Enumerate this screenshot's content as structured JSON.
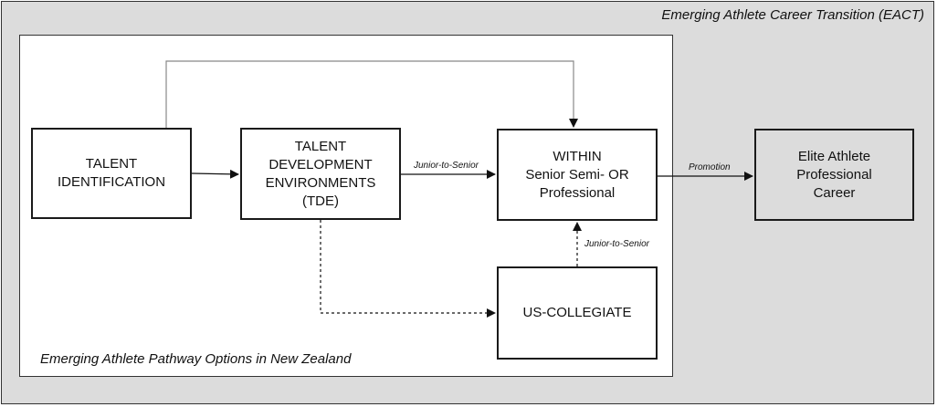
{
  "outer_panel": {
    "title": "Emerging Athlete Career Transition (EACT)"
  },
  "inner_panel": {
    "title": "Emerging Athlete Pathway Options in New Zealand"
  },
  "nodes": {
    "talent_identification": {
      "lines": [
        "TALENT",
        "IDENTIFICATION"
      ]
    },
    "tde": {
      "lines": [
        "TALENT",
        "DEVELOPMENT",
        "ENVIRONMENTS",
        "(TDE)"
      ]
    },
    "within": {
      "lines": [
        "WITHIN",
        "Senior Semi- OR",
        "Professional"
      ]
    },
    "us_collegiate": {
      "lines": [
        "US-COLLEGIATE"
      ]
    },
    "elite": {
      "lines": [
        "Elite Athlete",
        "Professional",
        "Career"
      ]
    }
  },
  "edge_labels": {
    "tde_to_within": "Junior-to-Senior",
    "us_to_within": "Junior-to-Senior",
    "within_to_elite": "Promotion"
  },
  "colors": {
    "outer_fill": "#dcdcdc",
    "inner_fill": "#ffffff",
    "border": "#1a1a1a",
    "connector_grey": "#888888"
  }
}
